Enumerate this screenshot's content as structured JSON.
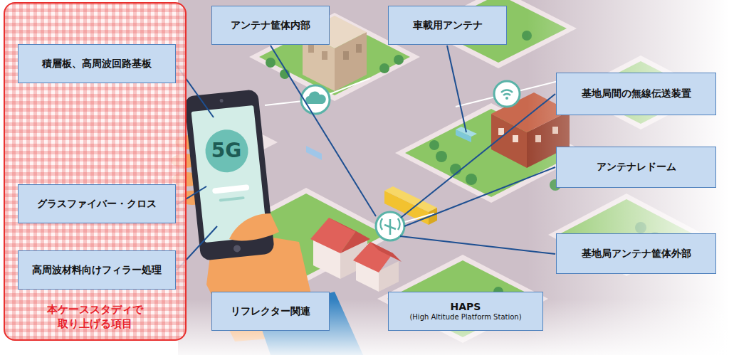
{
  "diagram": {
    "nodes": [
      {
        "text": [
          "本ケーススタディで 取り上げる項目"
        ]
      },
      {
        "text": [
          "積層板、高周波回路基板"
        ],
        "in": 0
      },
      {
        "text": [
          "グラスファイバー・クロス"
        ],
        "in": 0
      },
      {
        "text": [
          "高周波材料向けフィラー処理"
        ],
        "in": 0
      },
      {
        "text": [
          "アンテナ筐体内部"
        ]
      },
      {
        "text": [
          "車載用アンテナ"
        ]
      },
      {
        "text": [
          "基地局間の無線伝送装置"
        ]
      },
      {
        "text": [
          "アンテナレドーム"
        ]
      },
      {
        "text": [
          "基地局アンテナ筐体外部"
        ]
      },
      {
        "text": [
          "リフレクター関連"
        ]
      },
      {
        "text": [
          "HAPS",
          "(High Altitude Platform Station)"
        ]
      }
    ],
    "labels": [
      "5G"
    ]
  }
}
